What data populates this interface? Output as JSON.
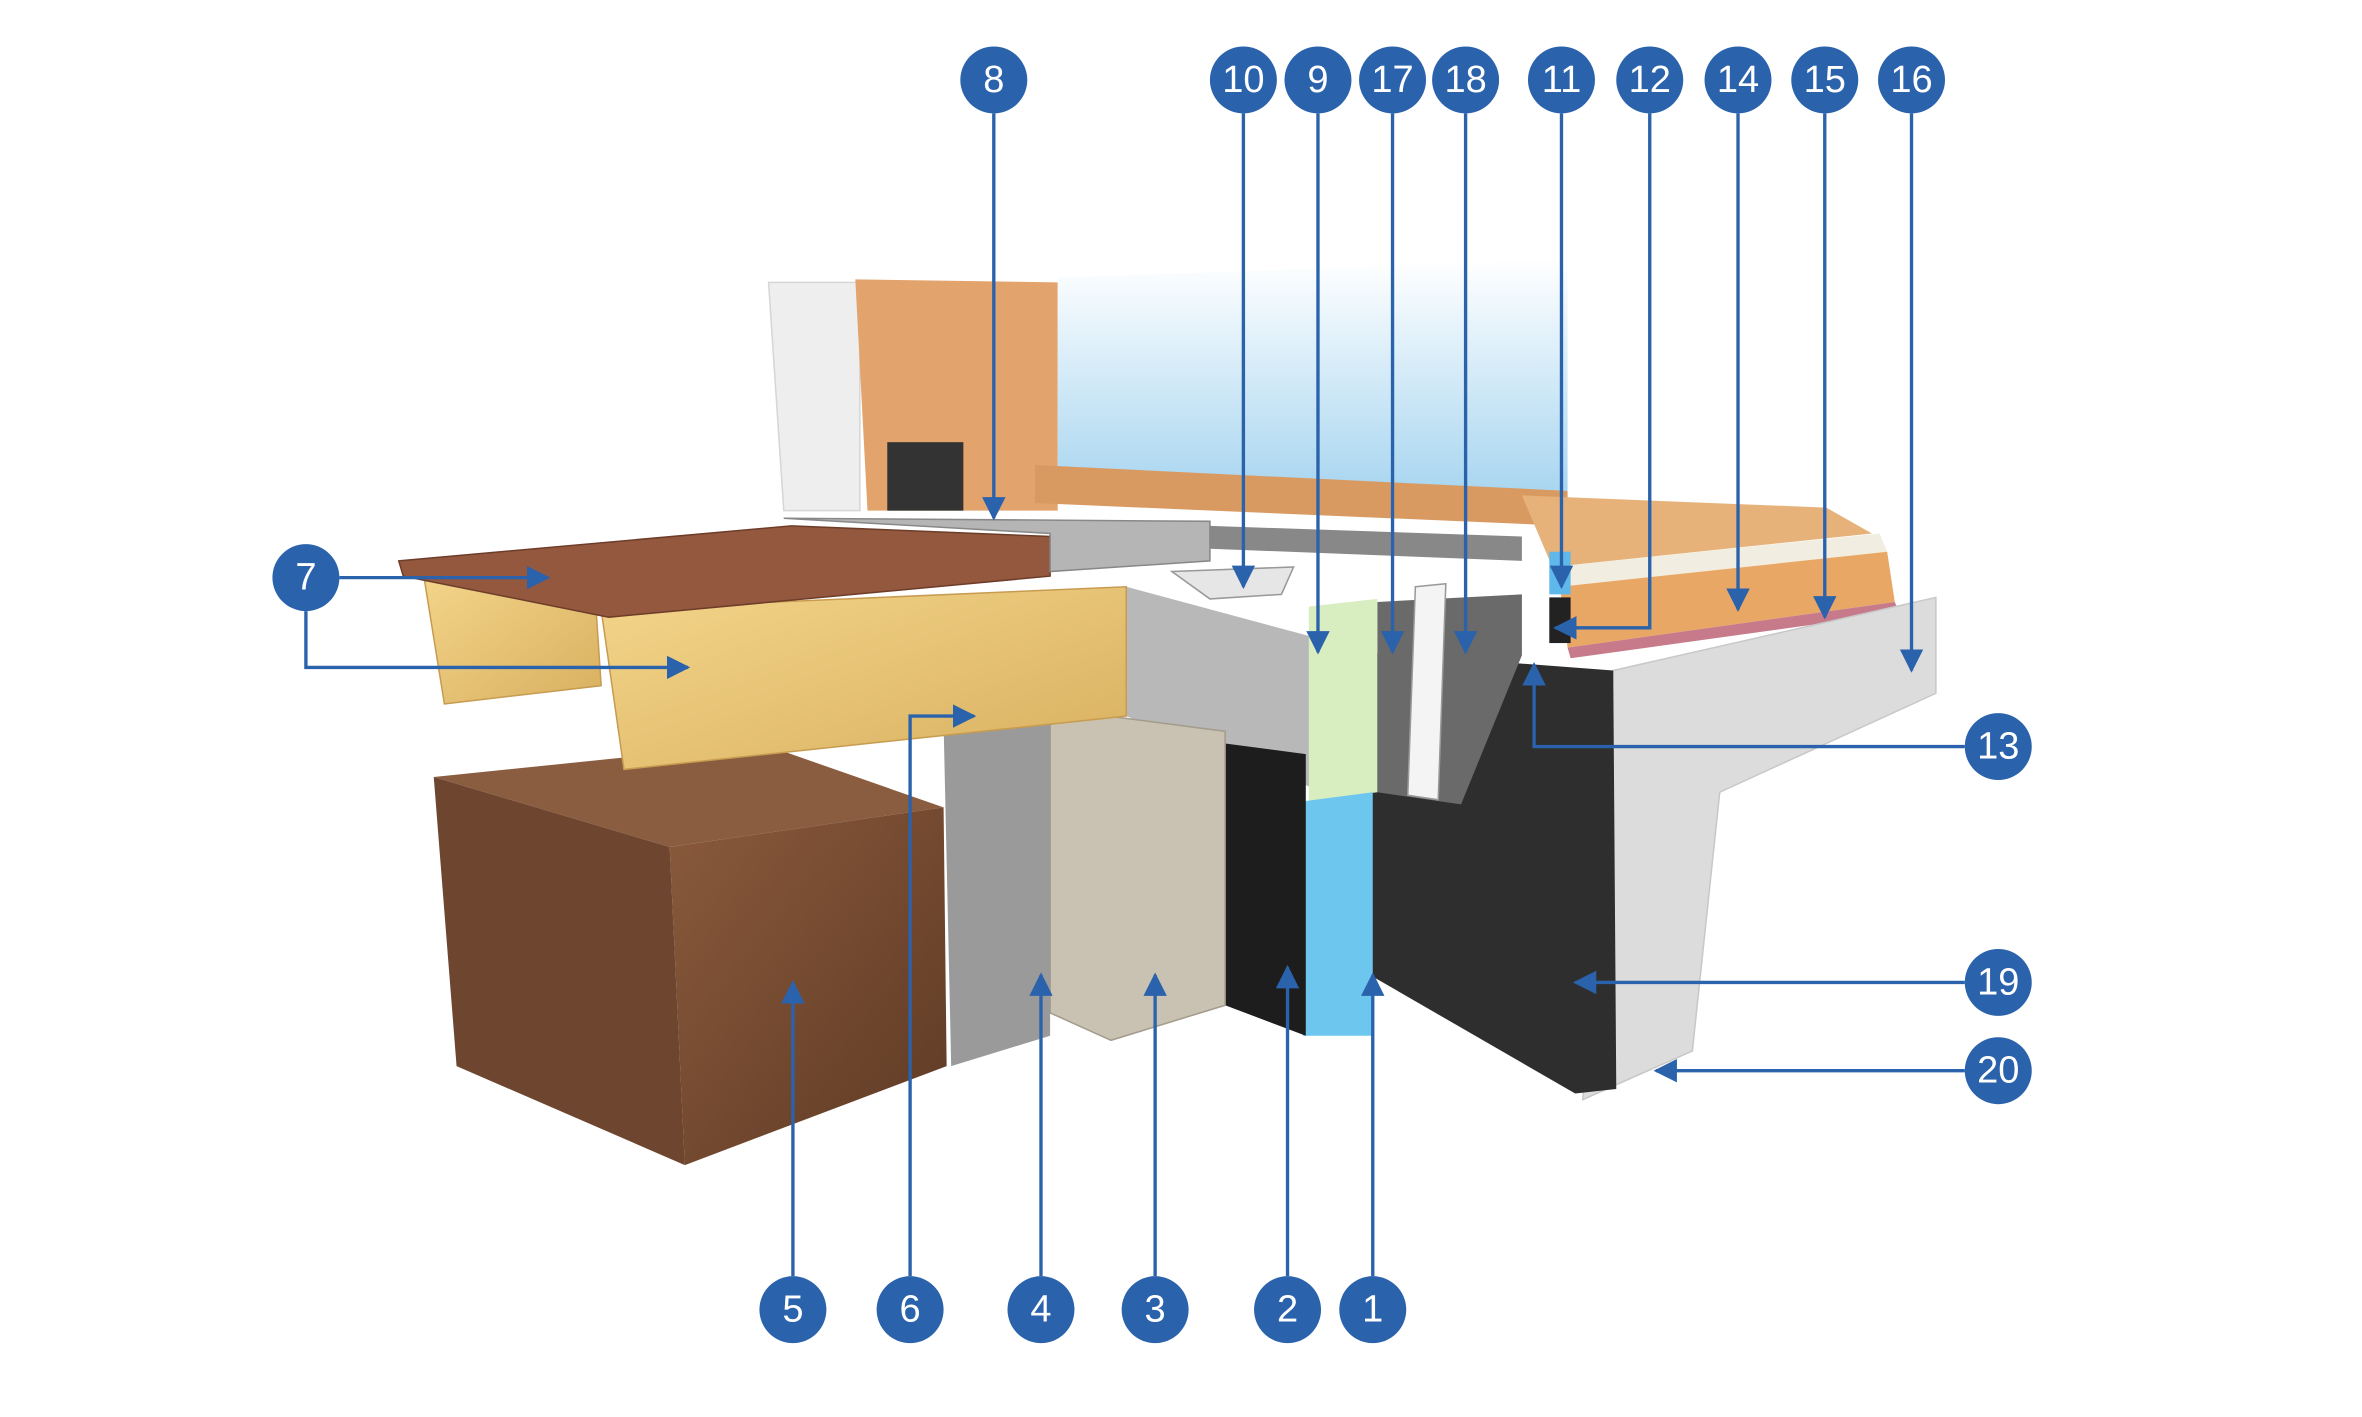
{
  "diagram": {
    "type": "construction cross-section (floor-to-wall junction with terrace)",
    "marker_color": "#2a62ac",
    "callouts": {
      "c1": "1",
      "c2": "2",
      "c3": "3",
      "c4": "4",
      "c5": "5",
      "c6": "6",
      "c7": "7",
      "c8": "8",
      "c9": "9",
      "c10": "10",
      "c11": "11",
      "c12": "12",
      "c13": "13",
      "c14": "14",
      "c15": "15",
      "c16": "16",
      "c17": "17",
      "c18": "18",
      "c19": "19",
      "c20": "20"
    }
  }
}
